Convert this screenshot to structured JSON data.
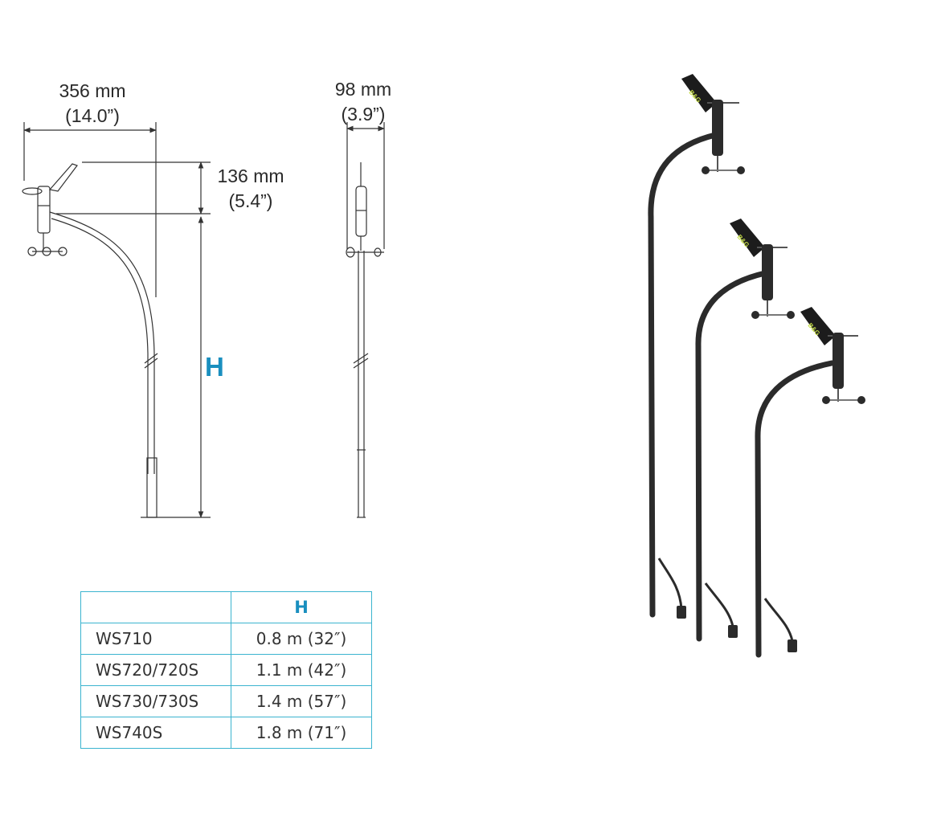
{
  "side_view": {
    "width_mm": "356 mm",
    "width_in": "(14.0”)",
    "offset_mm": "136 mm",
    "offset_in": "(5.4”)",
    "height_marker": "H"
  },
  "front_view": {
    "width_mm": "98 mm",
    "width_in": "(3.9”)"
  },
  "table": {
    "header": "H",
    "rows": [
      {
        "model": "WS710",
        "height": "0.8 m (32″)"
      },
      {
        "model": "WS720/720S",
        "height": "1.1 m (42″)"
      },
      {
        "model": "WS730/730S",
        "height": "1.4 m (57″)"
      },
      {
        "model": "WS740S",
        "height": "1.8 m (71″)"
      }
    ]
  },
  "colors": {
    "accent": "#1a8fbf",
    "table_border": "#3bb4cf",
    "pole": "#2b2b2b",
    "vane_logo": "#c8e04a"
  }
}
